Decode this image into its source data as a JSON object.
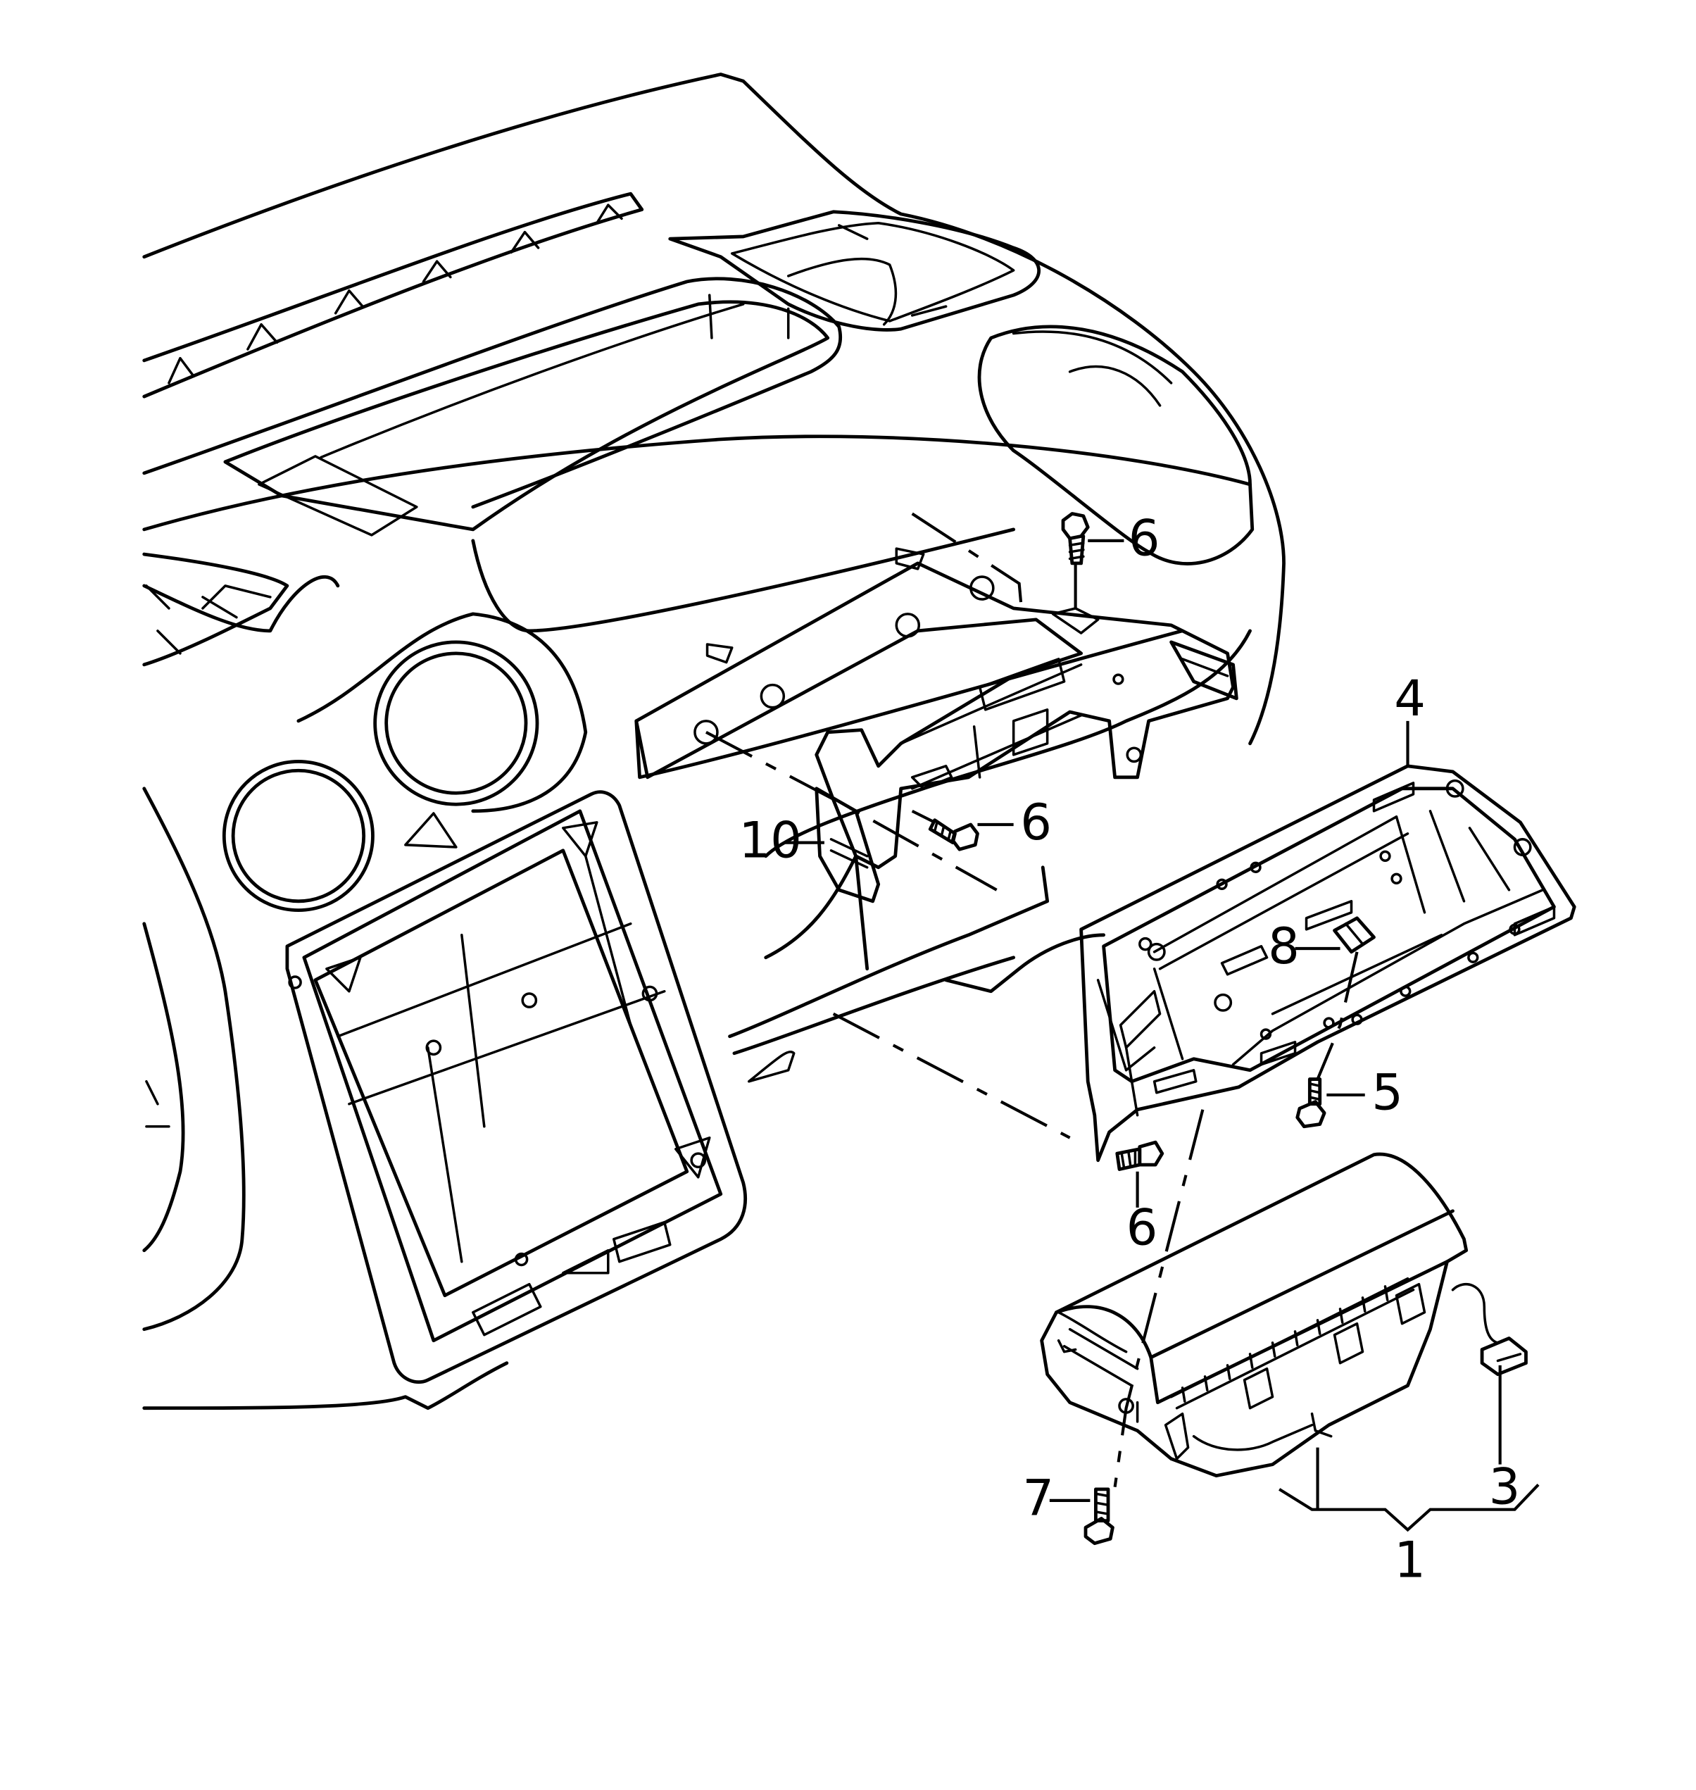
{
  "callouts": [
    {
      "id": "c1",
      "label": "1"
    },
    {
      "id": "c3",
      "label": "3"
    },
    {
      "id": "c4",
      "label": "4"
    },
    {
      "id": "c5",
      "label": "5"
    },
    {
      "id": "c6a",
      "label": "6"
    },
    {
      "id": "c6b",
      "label": "6"
    },
    {
      "id": "c6c",
      "label": "6"
    },
    {
      "id": "c7",
      "label": "7"
    },
    {
      "id": "c8",
      "label": "8"
    },
    {
      "id": "c10",
      "label": "10"
    }
  ]
}
